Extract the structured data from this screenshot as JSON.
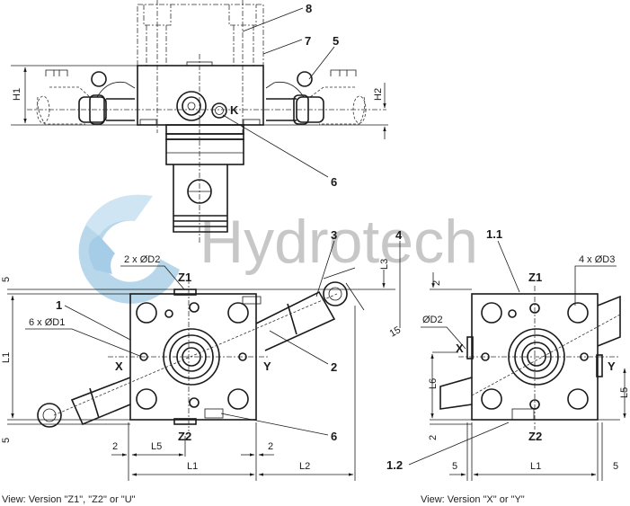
{
  "watermark": {
    "brand": "Hydrotech",
    "logo_color": "#7fb8dc",
    "text_color": "#9a9a9a"
  },
  "top_view": {
    "callouts": [
      "8",
      "7",
      "5",
      "6"
    ],
    "port_label": "K",
    "dims": {
      "h1": "H1",
      "h2": "H2"
    }
  },
  "left_view": {
    "caption": "View: Version \"Z1\", \"Z2\" or \"U\"",
    "callouts": {
      "c1": "1",
      "c2": "2",
      "c3": "3",
      "c4": "4",
      "c6": "6"
    },
    "ports": {
      "z1": "Z1",
      "z2": "Z2",
      "x": "X",
      "y": "Y"
    },
    "notes": {
      "d2": "2 x ØD2",
      "d1": "6 x ØD1"
    },
    "dims": {
      "top5": "5",
      "bot5": "5",
      "l1v": "L1",
      "l3": "L3",
      "d15": "15",
      "left2": "2",
      "right2": "2",
      "l5": "L5",
      "l1h": "L1",
      "l2": "L2"
    }
  },
  "right_view": {
    "caption": "View: Version \"X\" or \"Y\"",
    "callouts": {
      "c11": "1.1",
      "c12": "1.2"
    },
    "ports": {
      "z1": "Z1",
      "z2": "Z2",
      "x": "X",
      "y": "Y"
    },
    "notes": {
      "d3": "4 x ØD3",
      "d2": "ØD2"
    },
    "dims": {
      "top2": "2",
      "bot2": "2",
      "l6": "L6",
      "l5": "L5",
      "left5": "5",
      "l1": "L1",
      "right5": "5"
    }
  }
}
